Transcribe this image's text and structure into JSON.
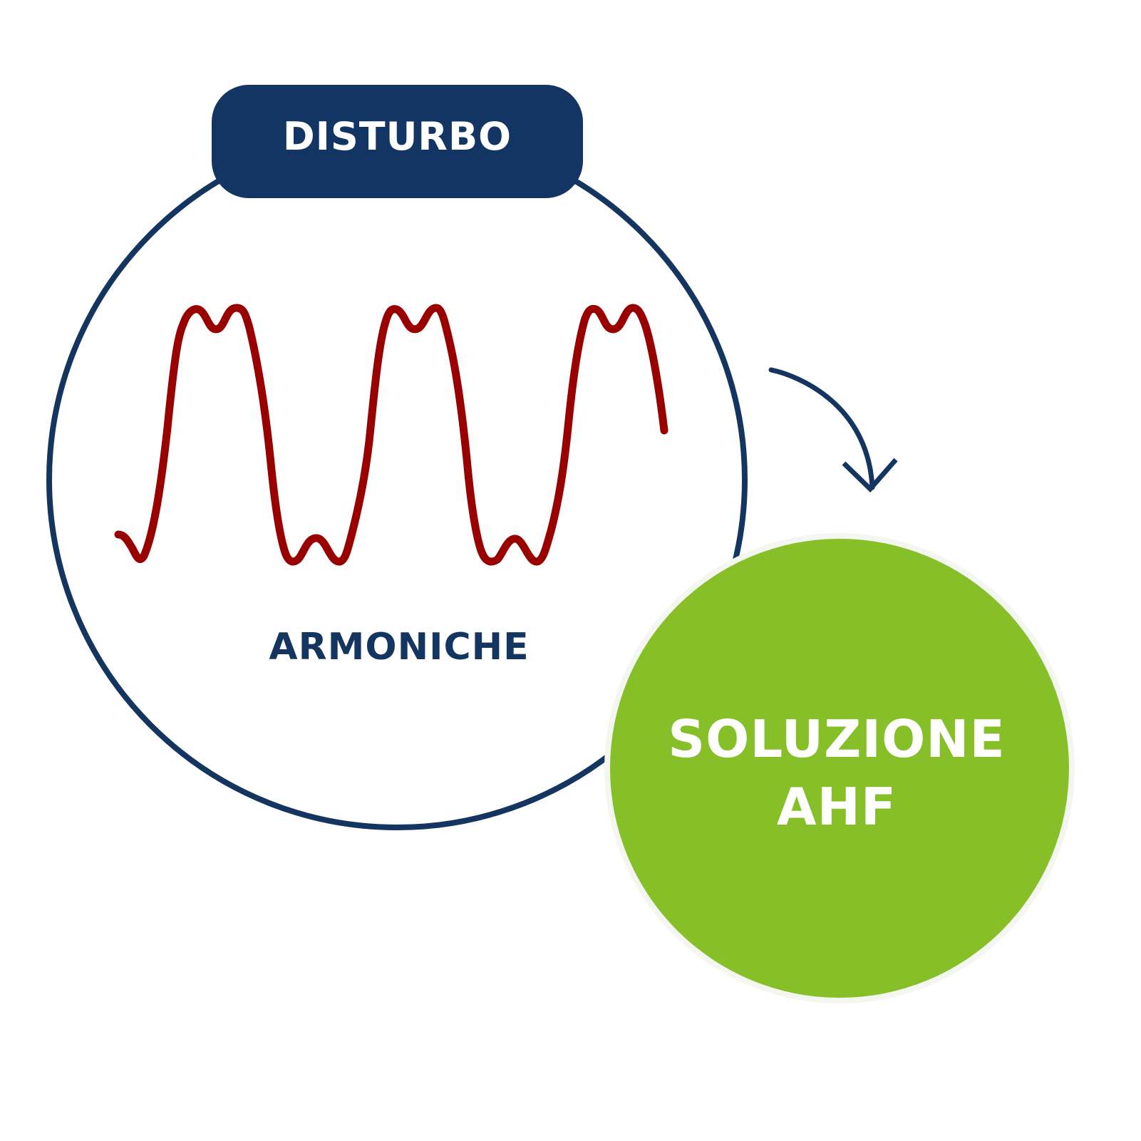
{
  "header": {
    "title": "DISTURBO"
  },
  "problem": {
    "label": "ARMONICHE"
  },
  "solution": {
    "line1": "SOLUZIONE",
    "line2": "AHF"
  },
  "colors": {
    "navy": "#14355f",
    "wave": "#990000",
    "green": "#86bf28"
  }
}
